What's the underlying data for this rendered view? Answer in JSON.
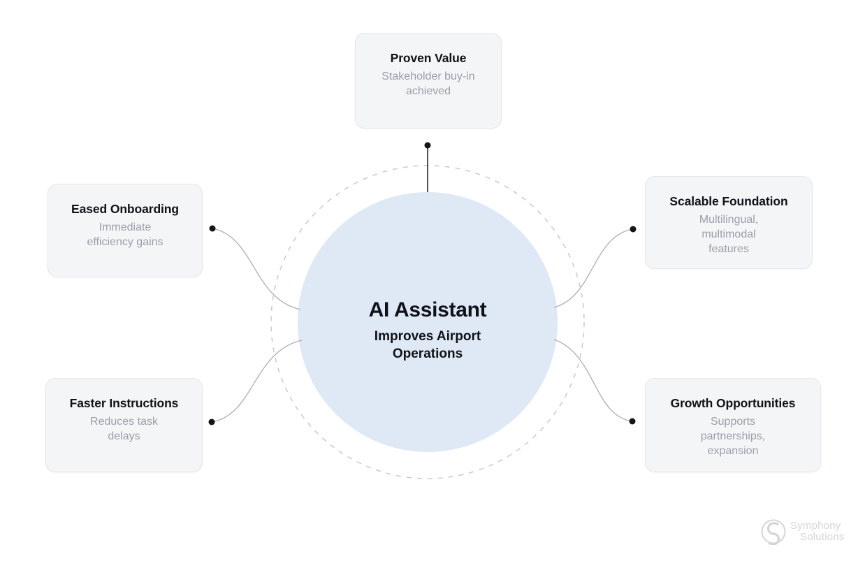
{
  "center": {
    "title": "AI Assistant",
    "subtitle": "Improves Airport\nOperations"
  },
  "nodes": [
    {
      "title": "Proven Value",
      "subtitle": "Stakeholder buy-in\nachieved"
    },
    {
      "title": "Eased Onboarding",
      "subtitle": "Immediate\nefficiency gains"
    },
    {
      "title": "Faster Instructions",
      "subtitle": "Reduces task\ndelays"
    },
    {
      "title": "Scalable Foundation",
      "subtitle": "Multilingual,\nmultimodal\nfeatures"
    },
    {
      "title": "Growth Opportunities",
      "subtitle": "Supports\npartnerships,\nexpansion"
    }
  ],
  "branding": {
    "name_line1": "Symphony",
    "name_line2": "Solutions"
  },
  "colors": {
    "canvas-bg": "#ffffff",
    "node-bg": "#f4f5f7",
    "node-border": "#e4e6ea",
    "text-dark": "#101218",
    "text-muted": "#9aa0a9",
    "circle-fill": "#dfe8f5",
    "orbit-stroke": "#c7cad2",
    "connector": "#abaeb6",
    "connector-dark": "#26272b",
    "dot": "#141519",
    "logo-gray": "#d3d5d8"
  }
}
